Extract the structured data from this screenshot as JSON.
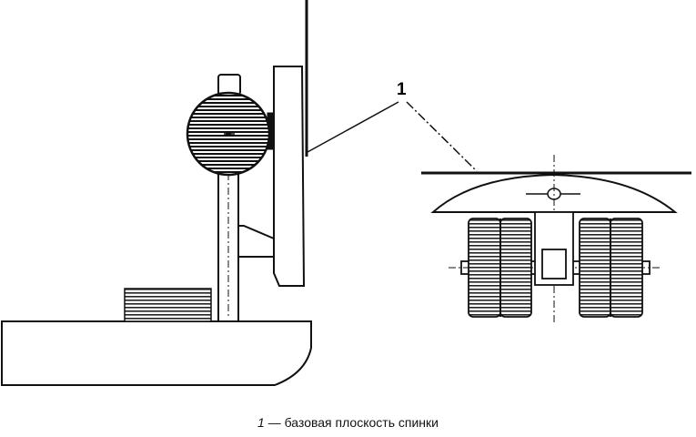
{
  "diagram": {
    "callout_label": "1"
  },
  "caption": {
    "number": "1",
    "text": " — базовая плоскость спинки"
  }
}
